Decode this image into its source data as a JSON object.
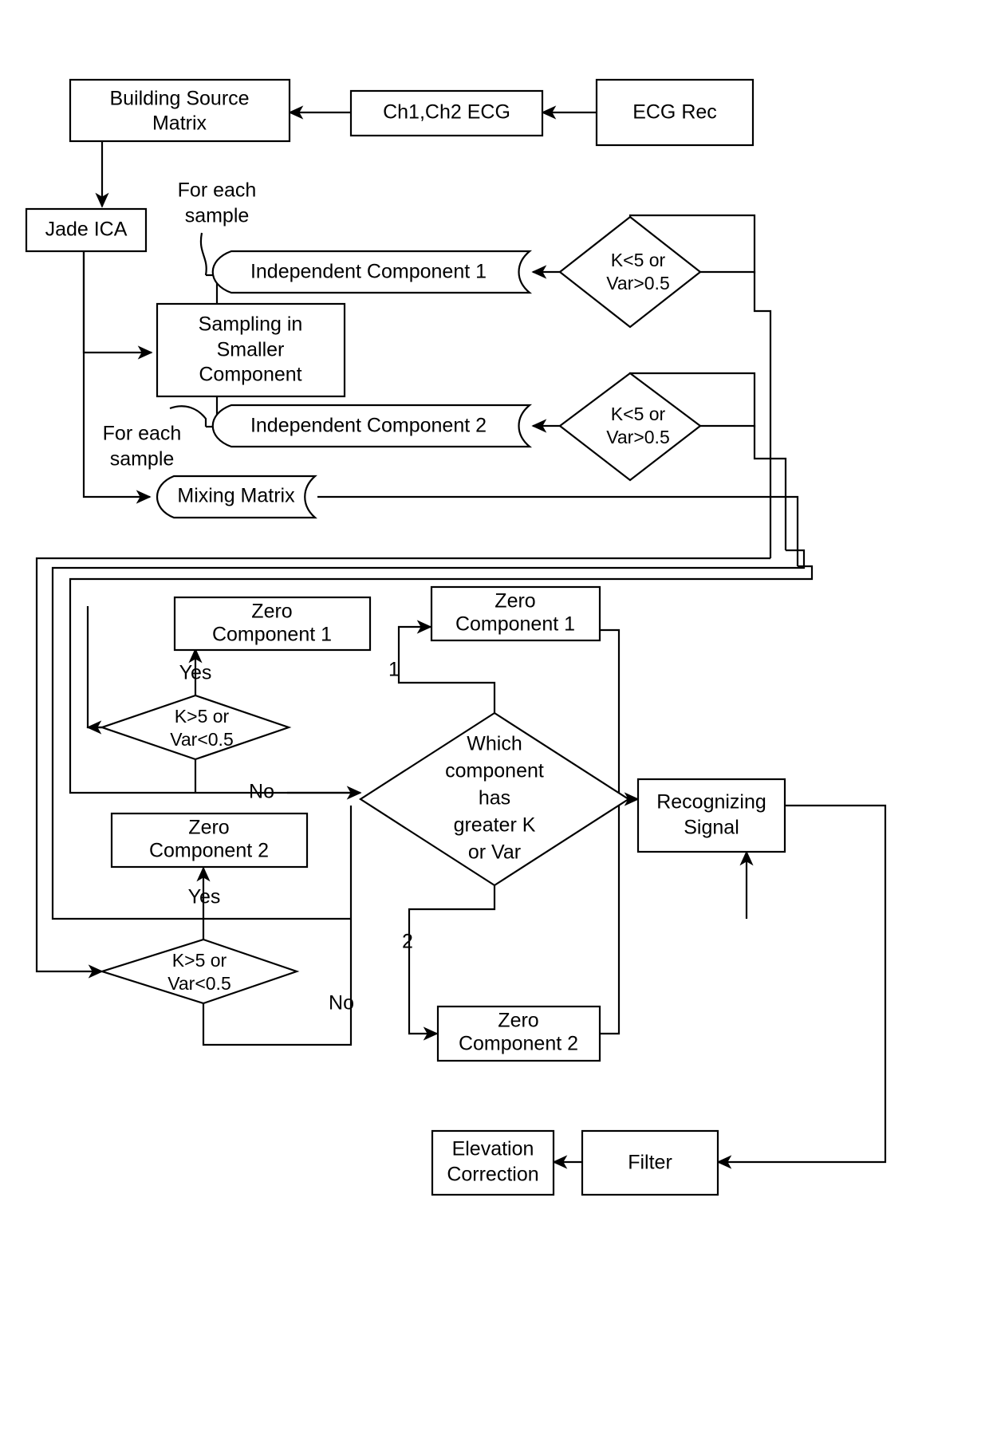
{
  "diagram": {
    "title": "ECG Independent Component Analysis Processing Flowchart",
    "background_color": "#ffffff",
    "stroke_color": "#000000",
    "fill_color": "#ffffff"
  },
  "nodes": {
    "ecg_rec": {
      "label": "ECG Rec",
      "shape": "rectangle"
    },
    "ch_ecg": {
      "label": "Ch1,Ch2 ECG",
      "shape": "rectangle"
    },
    "building_source_matrix": {
      "line1": "Building Source",
      "line2": "Matrix",
      "shape": "rectangle"
    },
    "jade_ica": {
      "label": "Jade ICA",
      "shape": "rectangle"
    },
    "sampling_smaller_component": {
      "line1": "Sampling in",
      "line2": "Smaller",
      "line3": "Component",
      "shape": "rectangle"
    },
    "independent_component_1": {
      "label": "Independent Component 1",
      "shape": "tape"
    },
    "independent_component_2": {
      "label": "Independent Component 2",
      "shape": "tape"
    },
    "mixing_matrix": {
      "label": "Mixing Matrix",
      "shape": "tape"
    },
    "decision_ic1": {
      "line1": "K<5 or",
      "line2": "Var>0.5",
      "shape": "diamond"
    },
    "decision_ic2": {
      "line1": "K<5 or",
      "line2": "Var>0.5",
      "shape": "diamond"
    },
    "zero_component_1_left": {
      "line1": "Zero",
      "line2": "Component 1",
      "shape": "rectangle"
    },
    "zero_component_1_right": {
      "line1": "Zero",
      "line2": "Component 1",
      "shape": "rectangle"
    },
    "zero_component_2_left": {
      "line1": "Zero",
      "line2": "Component 2",
      "shape": "rectangle"
    },
    "zero_component_2_bottom": {
      "line1": "Zero",
      "line2": "Component 2",
      "shape": "rectangle"
    },
    "decision_k_gt5_top": {
      "line1": "K>5 or",
      "line2": "Var<0.5",
      "shape": "diamond"
    },
    "decision_k_gt5_bottom": {
      "line1": "K>5 or",
      "line2": "Var<0.5",
      "shape": "diamond"
    },
    "decision_which_component": {
      "line1": "Which",
      "line2": "component",
      "line3": "has",
      "line4": "greater K",
      "line5": "or Var",
      "shape": "diamond"
    },
    "recognizing_signal": {
      "line1": "Recognizing",
      "line2": "Signal",
      "shape": "rectangle"
    },
    "filter": {
      "label": "Filter",
      "shape": "rectangle"
    },
    "elevation_correction": {
      "line1": "Elevation",
      "line2": "Correction",
      "shape": "rectangle"
    }
  },
  "annotations": {
    "for_each_sample_top": {
      "line1": "For each",
      "line2": "sample"
    },
    "for_each_sample_bottom": {
      "line1": "For each",
      "line2": "sample"
    }
  },
  "edge_labels": {
    "yes_top": "Yes",
    "yes_bottom": "Yes",
    "no_middle": "No",
    "no_bottom": "No",
    "branch_1": "1",
    "branch_2": "2"
  }
}
